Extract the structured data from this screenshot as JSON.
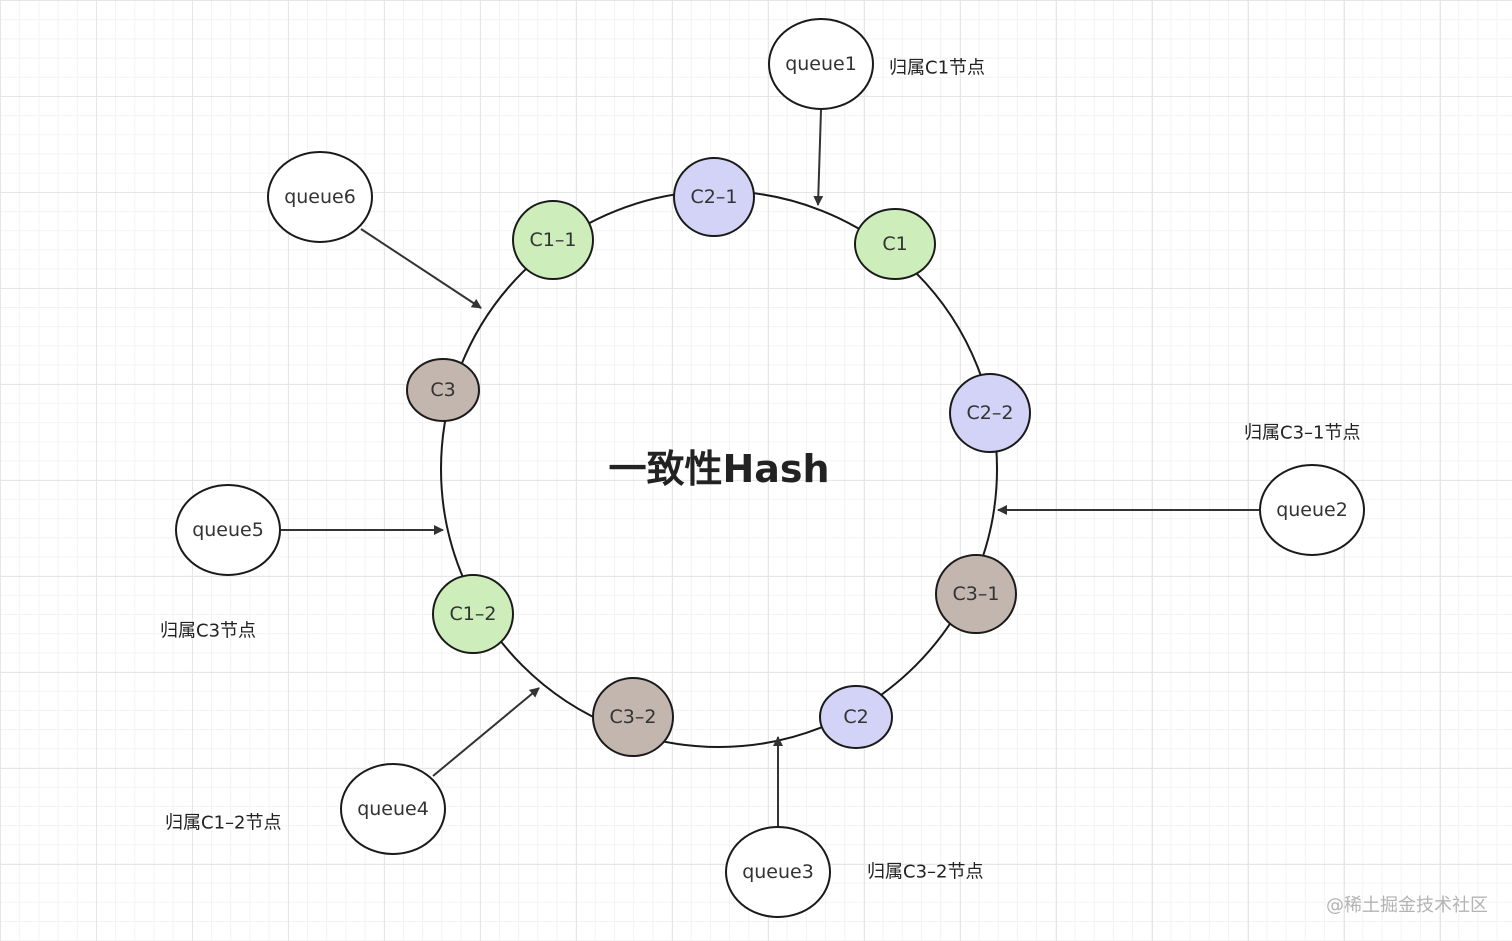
{
  "diagram": {
    "title": "一致性Hash",
    "nodes": [
      {
        "id": "c2-1",
        "label": "C2–1",
        "group": "c2"
      },
      {
        "id": "c1",
        "label": "C1",
        "group": "c1"
      },
      {
        "id": "c2-2",
        "label": "C2–2",
        "group": "c2"
      },
      {
        "id": "c3-1",
        "label": "C3–1",
        "group": "c3"
      },
      {
        "id": "c2",
        "label": "C2",
        "group": "c2"
      },
      {
        "id": "c3-2",
        "label": "C3–2",
        "group": "c3"
      },
      {
        "id": "c1-2",
        "label": "C1–2",
        "group": "c1"
      },
      {
        "id": "c3",
        "label": "C3",
        "group": "c3"
      },
      {
        "id": "c1-1",
        "label": "C1–1",
        "group": "c1"
      }
    ],
    "queues": [
      {
        "id": "queue1",
        "label": "queue1",
        "annotation": "归属C1节点"
      },
      {
        "id": "queue2",
        "label": "queue2",
        "annotation": "归属C3–1节点"
      },
      {
        "id": "queue3",
        "label": "queue3",
        "annotation": "归属C3–2节点"
      },
      {
        "id": "queue4",
        "label": "queue4",
        "annotation": "归属C1–2节点"
      },
      {
        "id": "queue5",
        "label": "queue5",
        "annotation": "归属C3节点"
      },
      {
        "id": "queue6",
        "label": "queue6",
        "annotation": ""
      }
    ],
    "colors": {
      "c1": "#cdeebb",
      "c2": "#d2d3f7",
      "c3": "#c3b6ae",
      "stroke": "#1a1a1a",
      "arrow": "#333333"
    }
  },
  "watermark": "@稀土掘金技术社区"
}
